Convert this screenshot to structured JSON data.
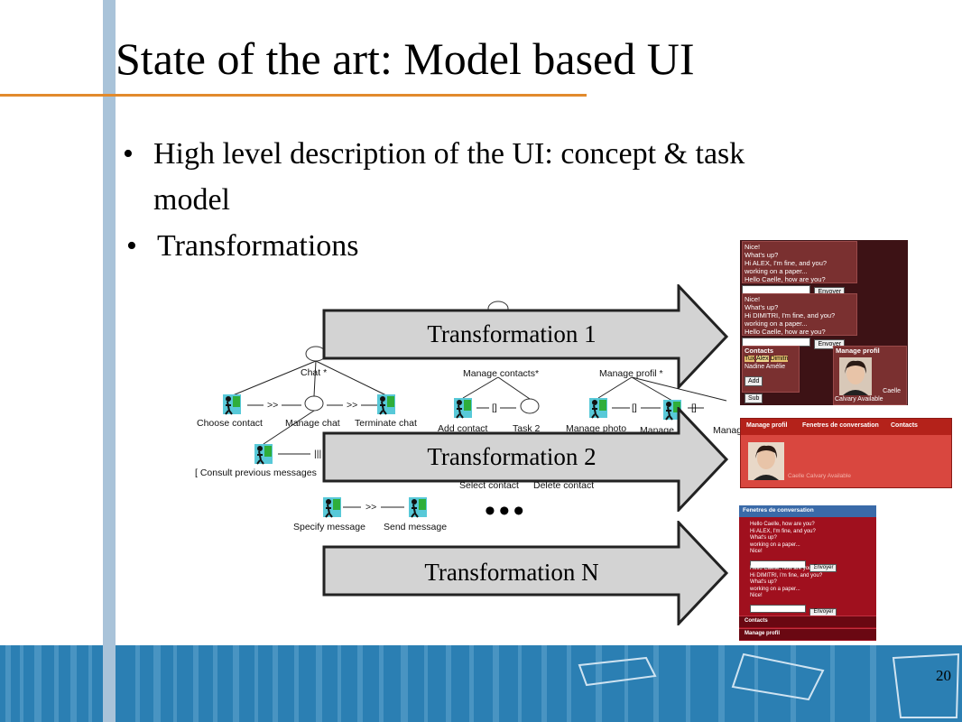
{
  "slide": {
    "title": "State of the art: Model based UI",
    "bullets": [
      "High level description of the UI: concept & task",
      "model",
      "Transformations"
    ],
    "page_number": "20",
    "ellipsis": "•••"
  },
  "task_tree": {
    "chat": "Chat *",
    "manage_contacts": "Manage contacts*",
    "manage_profil": "Manage profil *",
    "choose_contact": "Choose contact",
    "manage_chat": "Manage chat",
    "terminate_chat": "Terminate chat",
    "add_contact": "Add contact",
    "task2": "Task 2",
    "manage_photo": "Manage photo",
    "manage_partial1": "Manage",
    "manage_partial2": "Manag",
    "consult": "[ Consult previous messages",
    "select_contact": "Select contact",
    "delete_contact": "Delete contact",
    "specify_message": "Specify message",
    "send_message": "Send message",
    "op_enable": ">>",
    "op_interleave": "|||",
    "op_choice": "[]"
  },
  "arrows": [
    {
      "label": "Transformation 1"
    },
    {
      "label": "Transformation 2"
    },
    {
      "label": "Transformation N"
    }
  ],
  "ui_shot1": {
    "chat_block1": [
      "Nice!",
      "What's up?",
      "Hi ALEX, I'm fine, and you?",
      "working on a paper...",
      "Hello Caelle, how are you?"
    ],
    "chat_block2": [
      "Nice!",
      "What's up?",
      "Hi DIMITRI, I'm fine, and you?",
      "working on a paper...",
      "Hello Caelle, how are you?"
    ],
    "send_label": "Envoyer",
    "contacts_title": "Contacts",
    "contacts_row1": [
      "Tux",
      "Alex",
      "Dimitri"
    ],
    "contacts_row2": "Nadine Amélie",
    "add_label": "Add",
    "sub_label": "Sub",
    "profile_title": "Manage profil",
    "profile_name": "Caelle",
    "profile_status": "Calvary Available"
  },
  "ui_shot2": {
    "tabs": [
      "Manage profil",
      "Fenetres de conversation",
      "Contacts"
    ],
    "profile_caption": "Caelle Calvary Available"
  },
  "ui_shot3": {
    "header": "Fenetres de conversation",
    "chat_block1": [
      "Hello Caelle, how are you?",
      "Hi ALEX, I'm fine, and you?",
      "What's up?",
      "working on a paper...",
      "Nice!"
    ],
    "chat_block2": [
      "Hello Caelle, how are you?",
      "Hi DIMITRI, I'm fine, and you?",
      "What's up?",
      "working on a paper...",
      "Nice!"
    ],
    "send_label": "Envoyer",
    "contacts": "Contacts",
    "manage_profil": "Manage profil"
  },
  "colors": {
    "accent_orange": "#e28a2c",
    "footer_blue": "#2b7fb3",
    "side_bar": "#a9c3d9",
    "arrow_fill": "#d3d3d3",
    "shot1_bg": "#3d1215",
    "shot2_red": "#d9473f",
    "shot3_red": "#a0101e"
  }
}
